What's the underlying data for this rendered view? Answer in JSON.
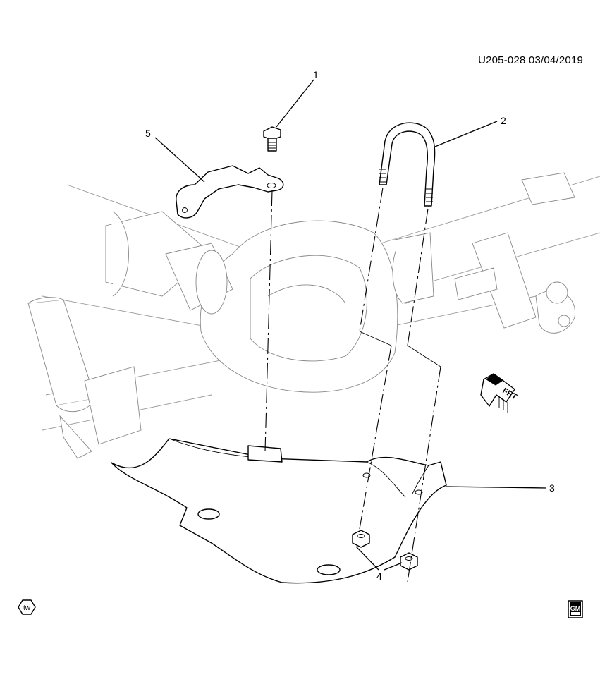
{
  "header": {
    "document_id": "U205-028 03/04/2019"
  },
  "callouts": [
    {
      "id": "1",
      "label": "1"
    },
    {
      "id": "2",
      "label": "2"
    },
    {
      "id": "3",
      "label": "3"
    },
    {
      "id": "4",
      "label": "4"
    },
    {
      "id": "5",
      "label": "5"
    }
  ],
  "direction_indicator": {
    "label": "FRT",
    "icon": "front-arrow-icon"
  },
  "symbols": {
    "tw": {
      "label": "tw",
      "icon": "threadlock-hex-icon"
    },
    "gm": {
      "label": "GM",
      "icon": "gm-logo-icon"
    }
  }
}
